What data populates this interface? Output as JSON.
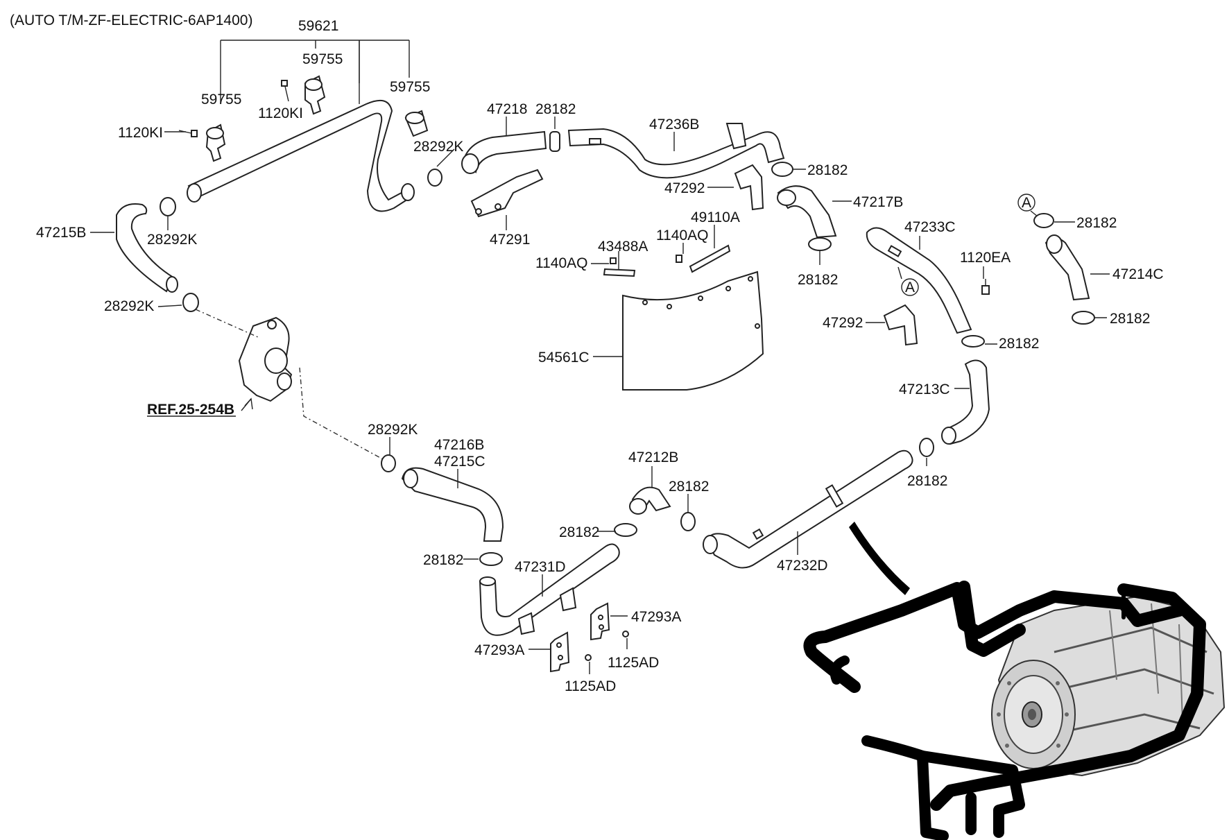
{
  "header": {
    "title": "(AUTO T/M-ZF-ELECTRIC-6AP1400)"
  },
  "ref_label": "REF.25-254B",
  "callout_letter": "A",
  "labels": {
    "p59621": "59621",
    "p59755_a": "59755",
    "p59755_b": "59755",
    "p59755_c": "59755",
    "p1120KI_a": "1120KI",
    "p1120KI_b": "1120KI",
    "p28292K_a": "28292K",
    "p28292K_b": "28292K",
    "p28292K_c": "28292K",
    "p28292K_d": "28292K",
    "p47215B": "47215B",
    "p47218": "47218",
    "p28182_a": "28182",
    "p47291": "47291",
    "p47236B": "47236B",
    "p28182_b": "28182",
    "p47292_a": "47292",
    "p47217B": "47217B",
    "p49110A": "49110A",
    "p1140AQ_a": "1140AQ",
    "p43488A": "43488A",
    "p1140AQ_b": "1140AQ",
    "p28182_c": "28182",
    "p47233C": "47233C",
    "p1120EA": "1120EA",
    "p28182_d": "28182",
    "p47214C": "47214C",
    "p28182_e": "28182",
    "p47292_b": "47292",
    "p28182_f": "28182",
    "p54561C": "54561C",
    "p47213C": "47213C",
    "p47216B": "47216B",
    "p47215C": "47215C",
    "p47212B": "47212B",
    "p28182_g": "28182",
    "p28182_h": "28182",
    "p28182_i": "28182",
    "p28182_j": "28182",
    "p47231D": "47231D",
    "p47232D": "47232D",
    "p47293A_a": "47293A",
    "p47293A_b": "47293A",
    "p1125AD_a": "1125AD",
    "p1125AD_b": "1125AD"
  },
  "icons": [
    "hose-clamp-icon",
    "bolt-icon",
    "bracket-icon",
    "thermostat-housing-icon",
    "transmission-assembly-icon",
    "heat-shield-icon"
  ]
}
